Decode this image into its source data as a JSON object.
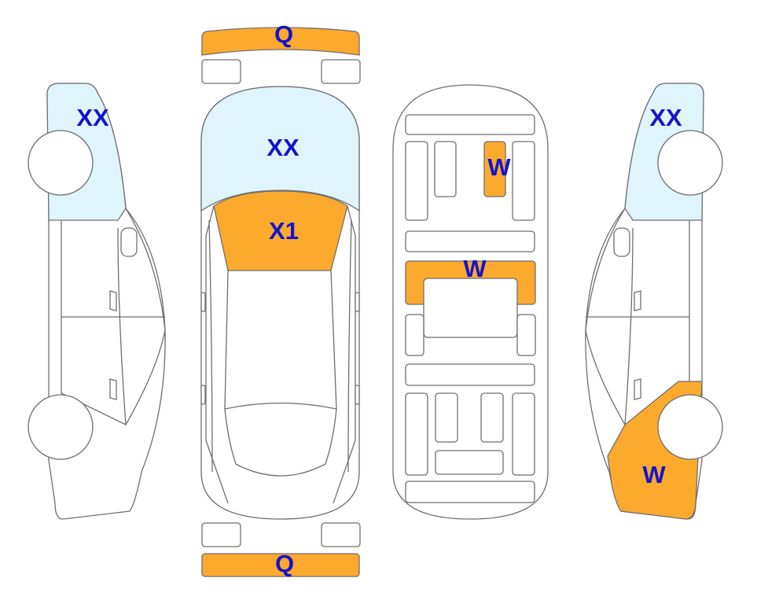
{
  "colors": {
    "damage": "#FCAA2E",
    "glass": "#DFF4FB",
    "label": "#1414CC"
  },
  "labels": {
    "front_bumper": "Q",
    "rear_bumper": "Q",
    "windshield": "XX",
    "hood": "X1",
    "roof_center": "W",
    "roof_panel": "W",
    "left_front": "XX",
    "right_front": "XX",
    "right_rear": "W"
  }
}
